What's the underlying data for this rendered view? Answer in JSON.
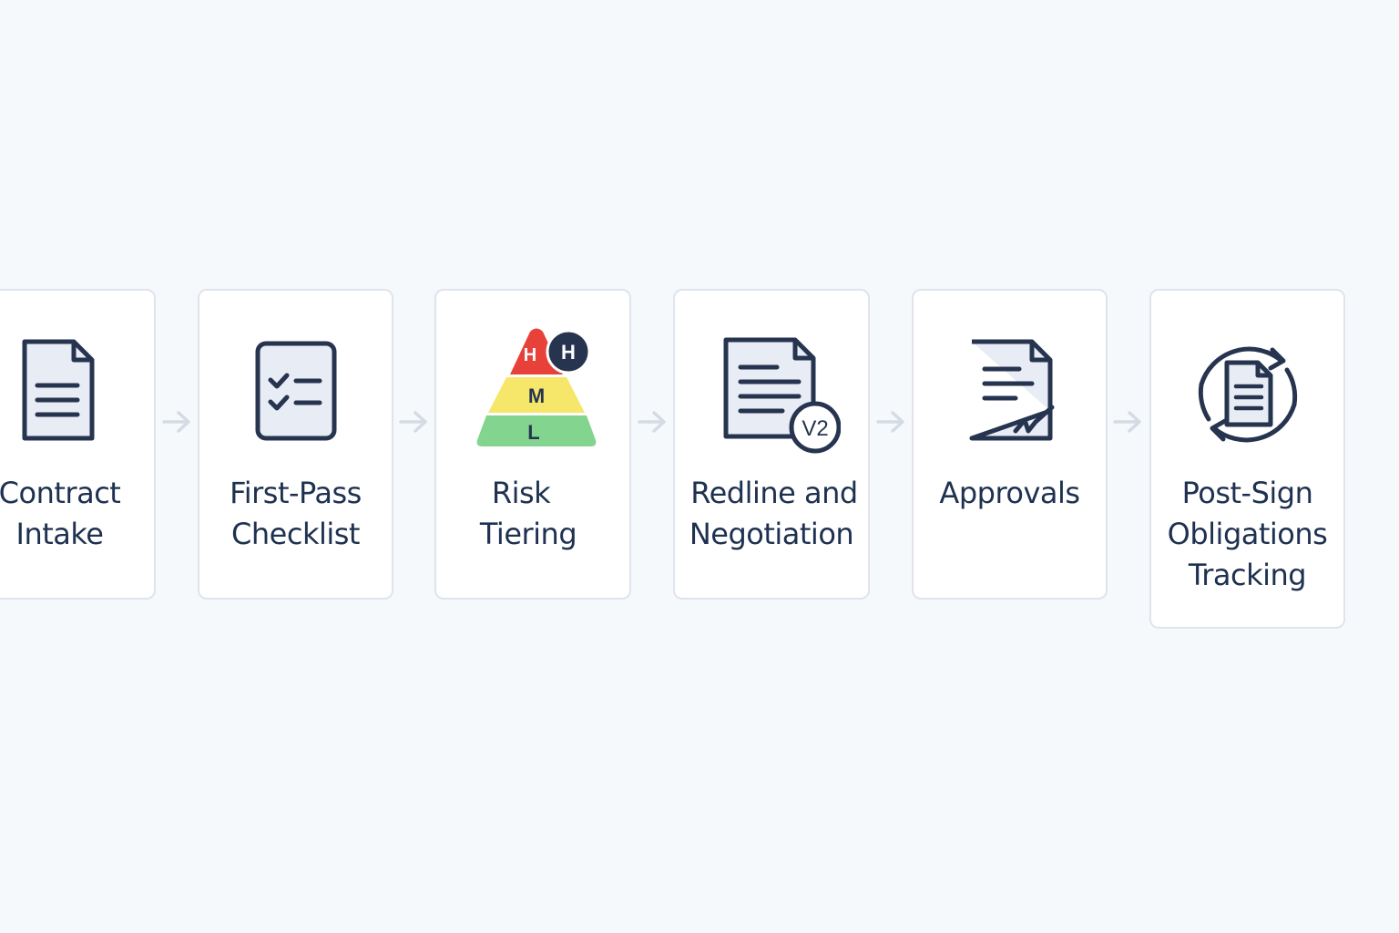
{
  "steps": [
    {
      "lines": [
        "Contract",
        "Intake"
      ]
    },
    {
      "lines": [
        "First-Pass",
        "Checklist"
      ]
    },
    {
      "lines": [
        "Risk",
        "Tiering"
      ],
      "tiers": {
        "high": "H",
        "medium": "M",
        "low": "L"
      },
      "badge": "H"
    },
    {
      "lines": [
        "Redline and",
        "Negotiation"
      ],
      "badge": "V2"
    },
    {
      "lines": [
        "Approvals"
      ]
    },
    {
      "lines": [
        "Post-Sign",
        "Obligations",
        "Tracking"
      ]
    }
  ],
  "colors": {
    "background": "#f6f9fc",
    "card_border": "#dfe4ec",
    "icon_stroke": "#26344f",
    "icon_fill": "#e8ecf5",
    "arrow": "#d5dbe4",
    "tier_high": "#e8413a",
    "tier_medium": "#f6e66a",
    "tier_low": "#83d48f"
  }
}
